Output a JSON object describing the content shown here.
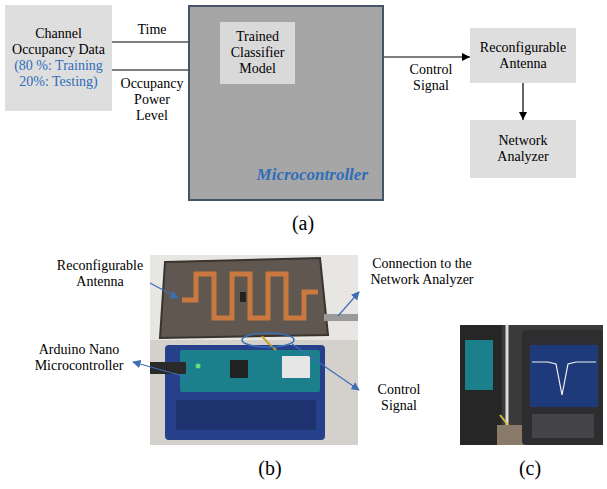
{
  "diagram": {
    "nodes": [
      {
        "text": [
          "Channel Occupancy Data",
          "(80 %: Training 20%: Testing)"
        ]
      },
      {
        "text": [
          "Microcontroller"
        ]
      },
      {
        "text": [
          "Trained Classifier Model"
        ],
        "in": 1
      },
      {
        "text": [
          "Reconfigurable Antenna"
        ]
      },
      {
        "text": [
          "Network Analyzer"
        ]
      }
    ],
    "edges": [
      {
        "from": 0,
        "to": 2,
        "label": "Time",
        "arrow": "to"
      },
      {
        "from": 0,
        "to": 2,
        "label": "Occupancy Power Level",
        "arrow": "to"
      },
      {
        "from": 1,
        "to": 3,
        "label": "Control Signal",
        "arrow": "to"
      },
      {
        "from": 3,
        "to": 4,
        "arrow": "to"
      }
    ],
    "labels": [
      "(a)",
      "Reconfigurable Antenna",
      "Arduino Nano Microcontroller",
      "Connection to the Network Analyzer",
      "Control Signal",
      "(b)",
      "(c)"
    ]
  }
}
